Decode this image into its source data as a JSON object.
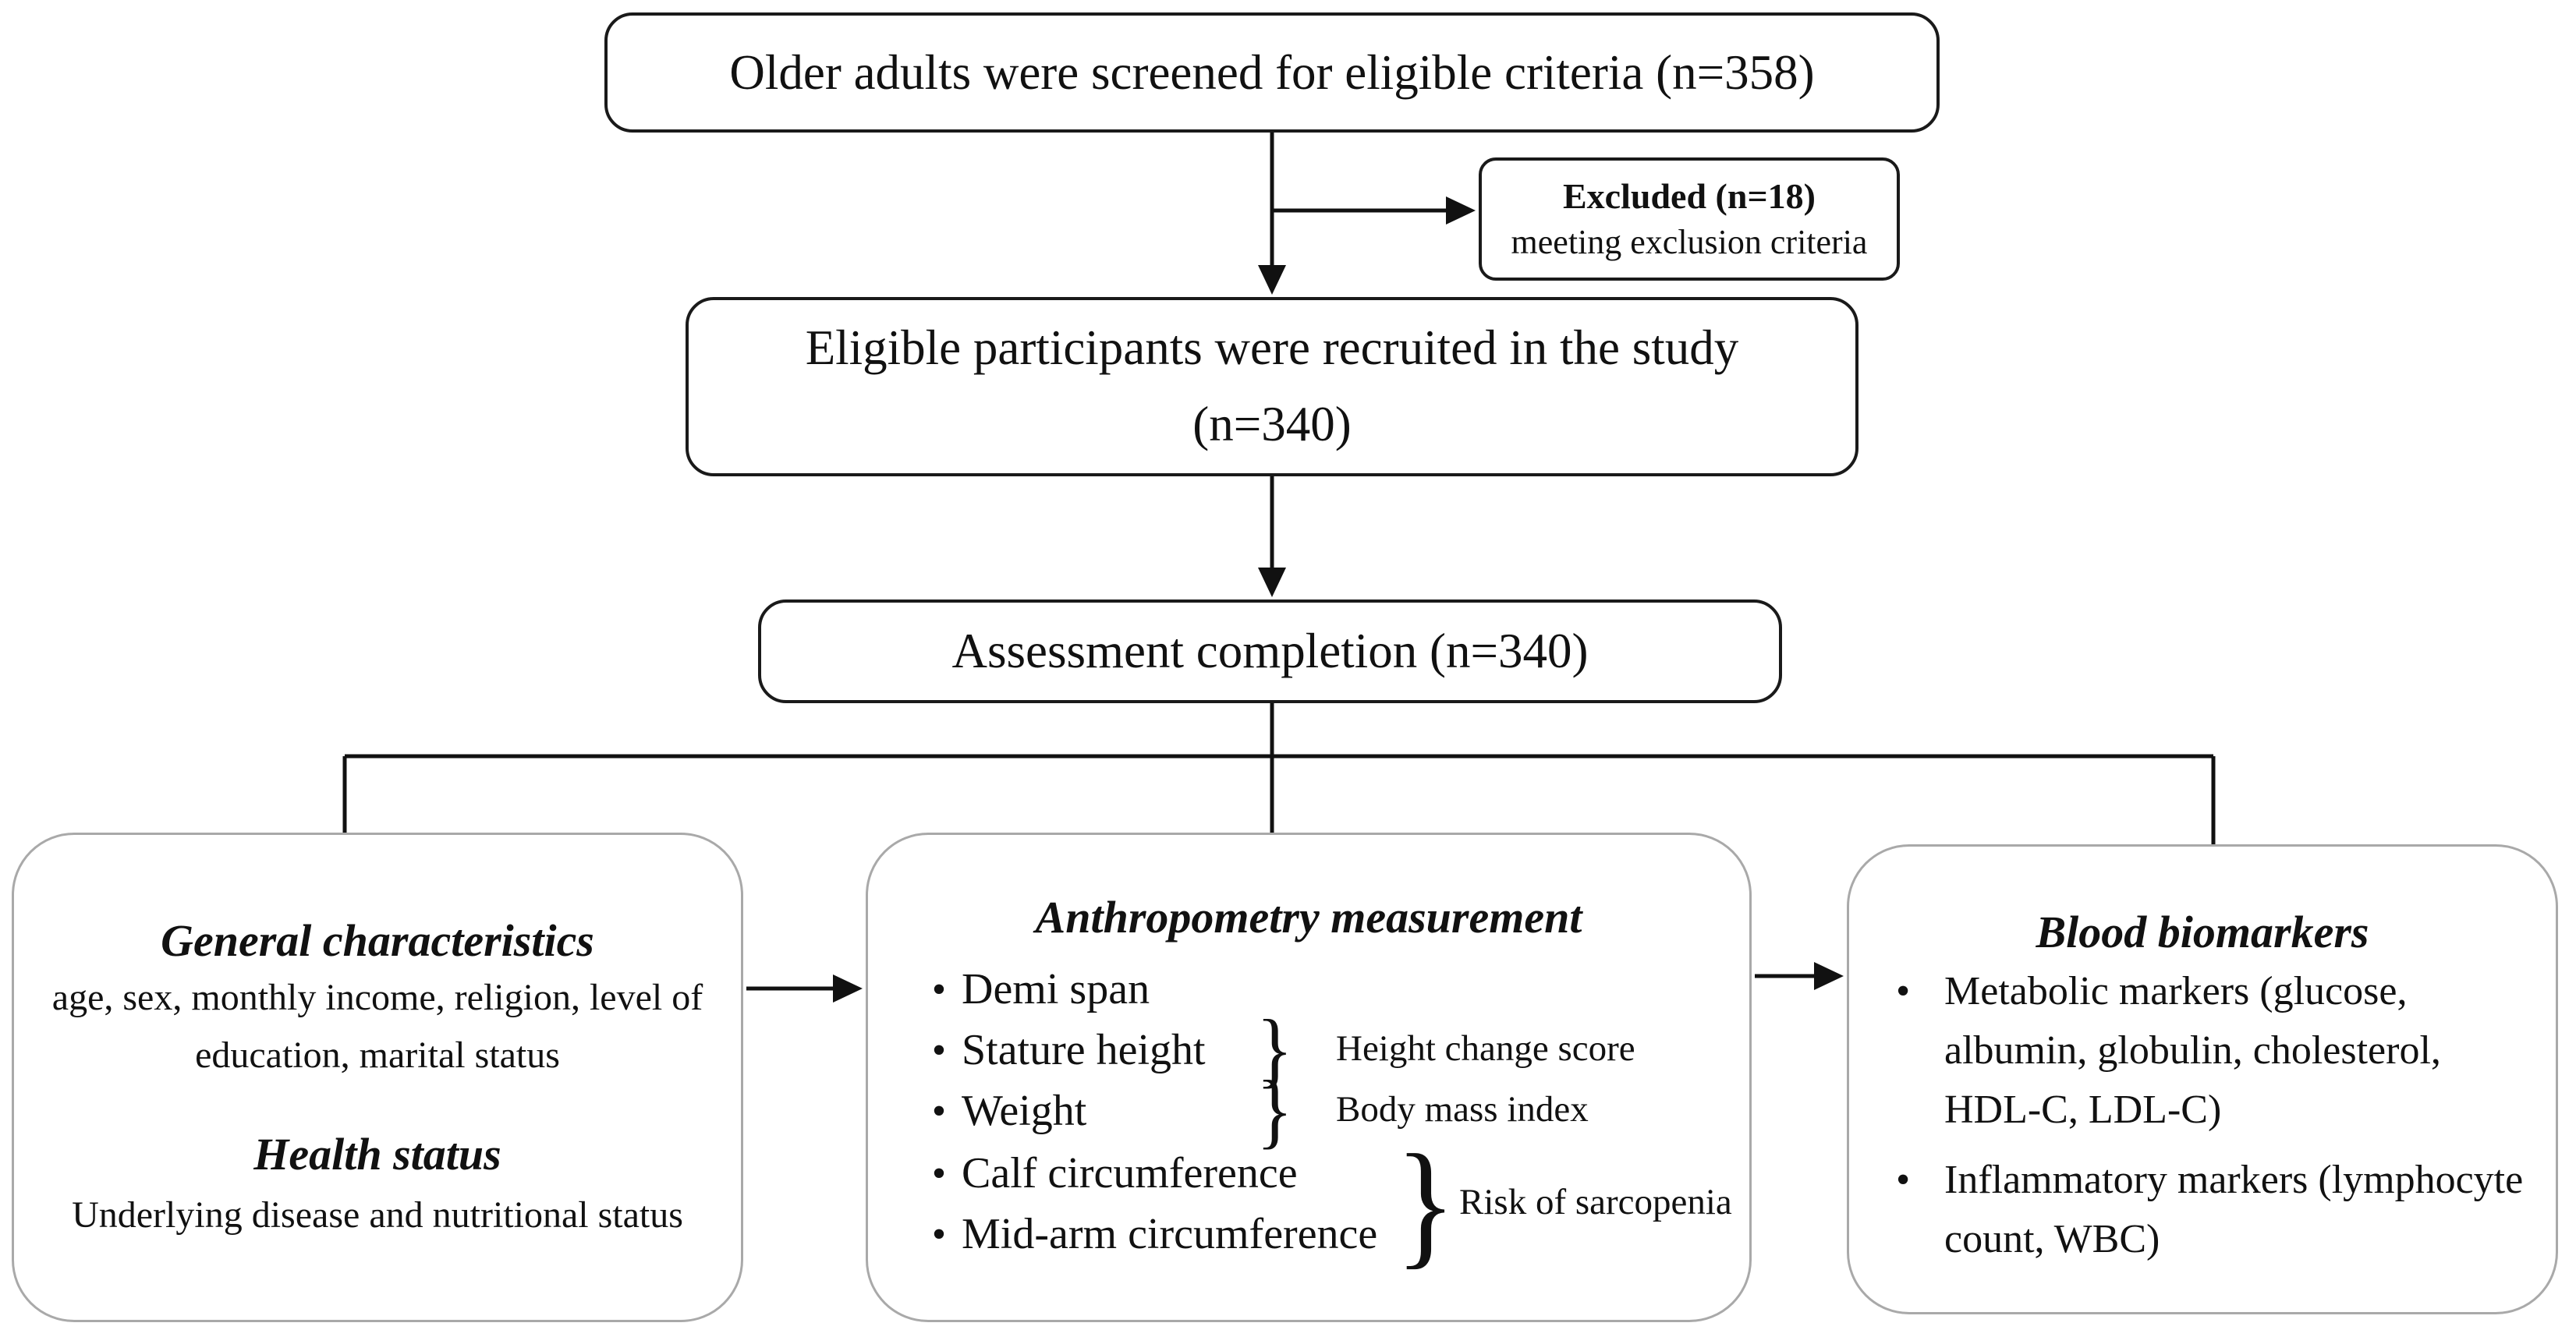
{
  "diagram": {
    "screening_box": "Older adults were screened for eligible criteria (n=358)",
    "excluded_box": {
      "title": "Excluded (n=18)",
      "subtitle": "meeting exclusion criteria"
    },
    "recruited_box": {
      "line1": "Eligible participants were recruited in the study",
      "line2": "(n=340)"
    },
    "assessment_box": "Assessment completion (n=340)",
    "general_box": {
      "heading1": "General characteristics",
      "body1": "age, sex, monthly income, religion, level of education, marital status",
      "heading2": "Health status",
      "body2": "Underlying disease and nutritional status"
    },
    "anthropometry_box": {
      "heading": "Anthropometry measurement",
      "items": [
        "Demi span",
        "Stature height",
        "Weight",
        "Calf circumference",
        "Mid-arm circumference"
      ],
      "annotations": [
        "Height change score",
        "Body mass index",
        "Risk of sarcopenia"
      ]
    },
    "biomarkers_box": {
      "heading": "Blood biomarkers",
      "items": [
        "Metabolic markers (glucose, albumin, globulin, cholesterol, HDL-C, LDL-C)",
        "Inflammatory markers (lymphocyte count, WBC)"
      ]
    },
    "glyphs": {
      "bullet": "•",
      "brace": "}"
    },
    "colors": {
      "line": "#111111",
      "box_border_dark": "#1a1a1a",
      "box_border_light": "#a9a9a9",
      "text": "#111111",
      "background": "#ffffff"
    }
  }
}
